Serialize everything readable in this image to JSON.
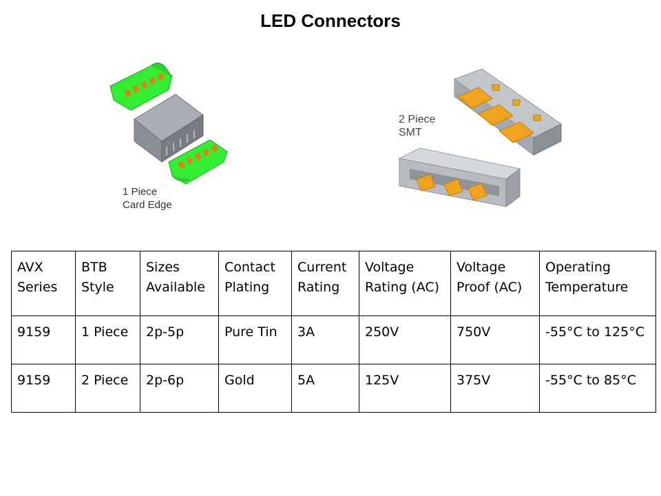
{
  "title": "LED Connectors",
  "figures": {
    "card_edge_caption_line1": "1 Piece",
    "card_edge_caption_line2": "Card Edge",
    "smt_caption_line1": "2 Piece",
    "smt_caption_line2": "SMT"
  },
  "colors": {
    "pcb_green": "#33ee33",
    "contact_orange": "#e8a020",
    "housing_gray": "#8a8f96"
  },
  "table": {
    "headers": [
      [
        "AVX",
        "Series"
      ],
      [
        "BTB",
        "Style"
      ],
      [
        "Sizes",
        "Available"
      ],
      [
        "Contact",
        "Plating"
      ],
      [
        "Current",
        "Rating"
      ],
      [
        "Voltage",
        "Rating (AC)"
      ],
      [
        "Voltage",
        "Proof (AC)"
      ],
      [
        "Operating",
        "Temperature"
      ]
    ],
    "rows": [
      [
        "9159",
        "1 Piece",
        "2p-5p",
        "Pure Tin",
        "3A",
        "250V",
        "750V",
        "-55°C to 125°C"
      ],
      [
        "9159",
        "2 Piece",
        "2p-6p",
        "Gold",
        "5A",
        "125V",
        "375V",
        "-55°C to 85°C"
      ]
    ]
  }
}
